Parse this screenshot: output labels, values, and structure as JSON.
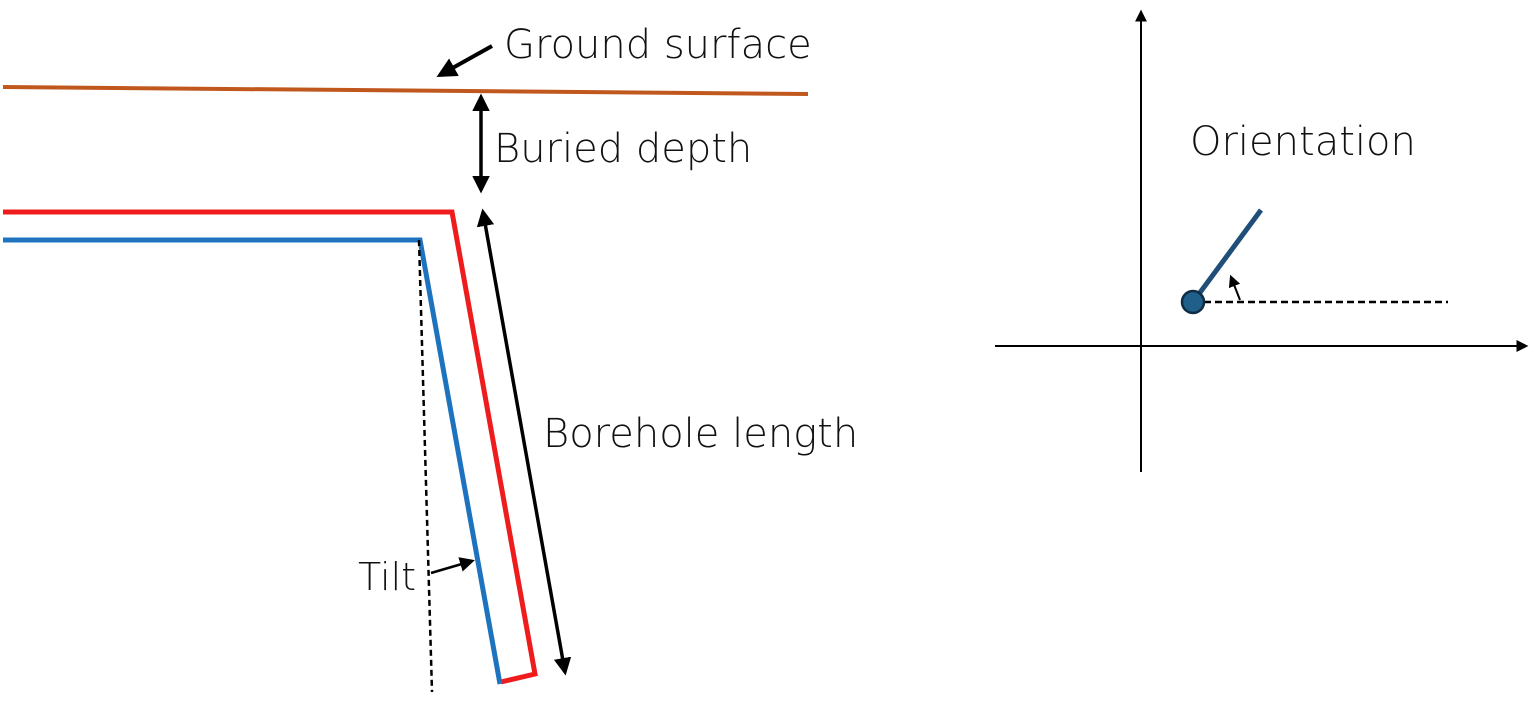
{
  "labels": {
    "ground_surface": "Ground surface",
    "buried_depth": "Buried depth",
    "borehole_length": "Borehole length",
    "tilt": "Tilt",
    "orientation": "Orientation"
  },
  "colors": {
    "ground": "#C0581E",
    "outer_pipe": "#EE1C1C",
    "inner_pipe": "#1E73BE",
    "arrow": "#000000",
    "orientation_line": "#1F4E79",
    "orientation_node": "#1F5F8A"
  }
}
